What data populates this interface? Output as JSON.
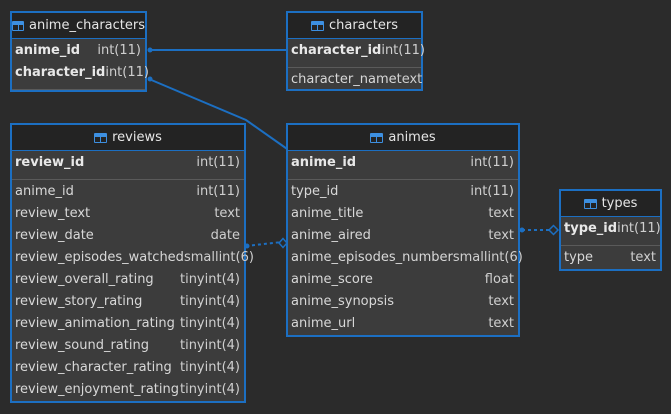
{
  "tables": {
    "anime_characters": {
      "name": "anime_characters",
      "pk": [
        {
          "name": "anime_id",
          "type": "int(11)"
        },
        {
          "name": "character_id",
          "type": "int(11)"
        }
      ],
      "cols": []
    },
    "characters": {
      "name": "characters",
      "pk": [
        {
          "name": "character_id",
          "type": "int(11)"
        }
      ],
      "cols": [
        {
          "name": "character_name",
          "type": "text"
        }
      ]
    },
    "reviews": {
      "name": "reviews",
      "pk": [
        {
          "name": "review_id",
          "type": "int(11)"
        }
      ],
      "cols": [
        {
          "name": "anime_id",
          "type": "int(11)"
        },
        {
          "name": "review_text",
          "type": "text"
        },
        {
          "name": "review_date",
          "type": "date"
        },
        {
          "name": "review_episodes_watched",
          "type": "smallint(6)"
        },
        {
          "name": "review_overall_rating",
          "type": "tinyint(4)"
        },
        {
          "name": "review_story_rating",
          "type": "tinyint(4)"
        },
        {
          "name": "review_animation_rating",
          "type": "tinyint(4)"
        },
        {
          "name": "review_sound_rating",
          "type": "tinyint(4)"
        },
        {
          "name": "review_character_rating",
          "type": "tinyint(4)"
        },
        {
          "name": "review_enjoyment_rating",
          "type": "tinyint(4)"
        }
      ]
    },
    "animes": {
      "name": "animes",
      "pk": [
        {
          "name": "anime_id",
          "type": "int(11)"
        }
      ],
      "cols": [
        {
          "name": "type_id",
          "type": "int(11)"
        },
        {
          "name": "anime_title",
          "type": "text"
        },
        {
          "name": "anime_aired",
          "type": "text"
        },
        {
          "name": "anime_episodes_number",
          "type": "smallint(6)"
        },
        {
          "name": "anime_score",
          "type": "float"
        },
        {
          "name": "anime_synopsis",
          "type": "text"
        },
        {
          "name": "anime_url",
          "type": "text"
        }
      ]
    },
    "types": {
      "name": "types",
      "pk": [
        {
          "name": "type_id",
          "type": "int(11)"
        }
      ],
      "cols": [
        {
          "name": "type",
          "type": "text"
        }
      ]
    }
  },
  "icon": "table-icon",
  "colors": {
    "background": "#2b2b2b",
    "border": "#1c6fc2",
    "header": "#232323",
    "body": "#3c3c3c",
    "link": "#1c6fc2"
  }
}
